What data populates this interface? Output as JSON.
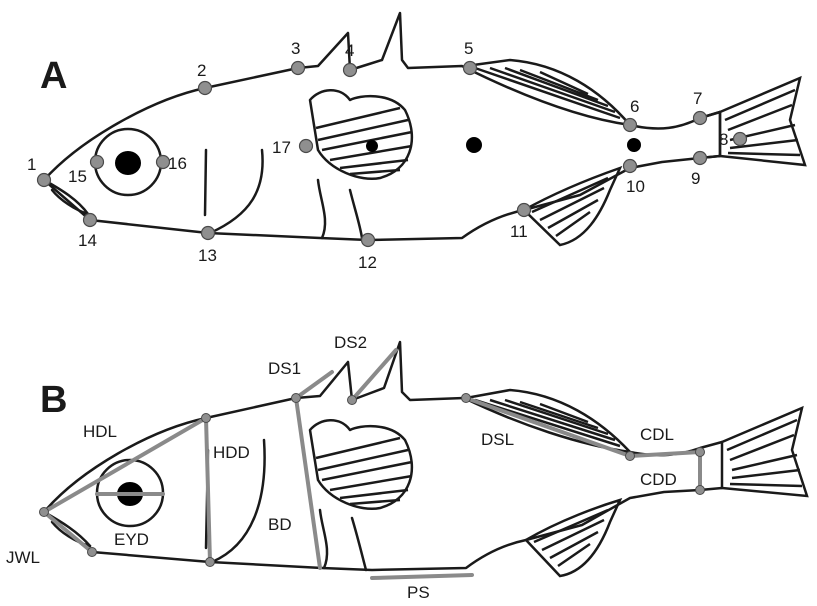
{
  "panels": [
    {
      "letter": "A"
    },
    {
      "letter": "B"
    }
  ],
  "landmarks": [
    "1",
    "2",
    "3",
    "4",
    "5",
    "6",
    "7",
    "8",
    "9",
    "10",
    "11",
    "12",
    "13",
    "14",
    "15",
    "16",
    "17"
  ],
  "measurements": [
    "HDL",
    "HDD",
    "DS1",
    "DS2",
    "DSL",
    "CDL",
    "CDD",
    "BD",
    "EYD",
    "JWL",
    "PS"
  ],
  "colors": {
    "outline": "#1a1a1a",
    "landmark_fill": "#8f8f8f",
    "measure_line": "#8a8a8a",
    "eye": "#000000"
  }
}
